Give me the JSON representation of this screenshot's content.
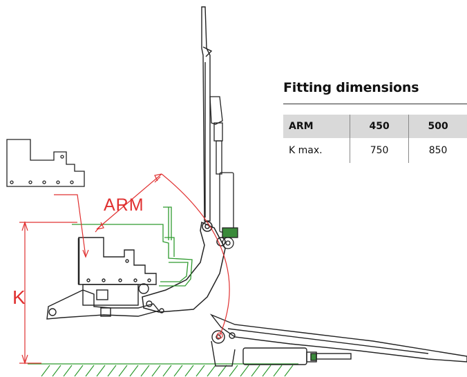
{
  "diagram": {
    "arm_label": "ARM",
    "k_label": "K"
  },
  "table": {
    "title": "Fitting dimensions",
    "headers": [
      "ARM",
      "450",
      "500"
    ],
    "rows": [
      [
        "K max.",
        "750",
        "850"
      ]
    ]
  }
}
